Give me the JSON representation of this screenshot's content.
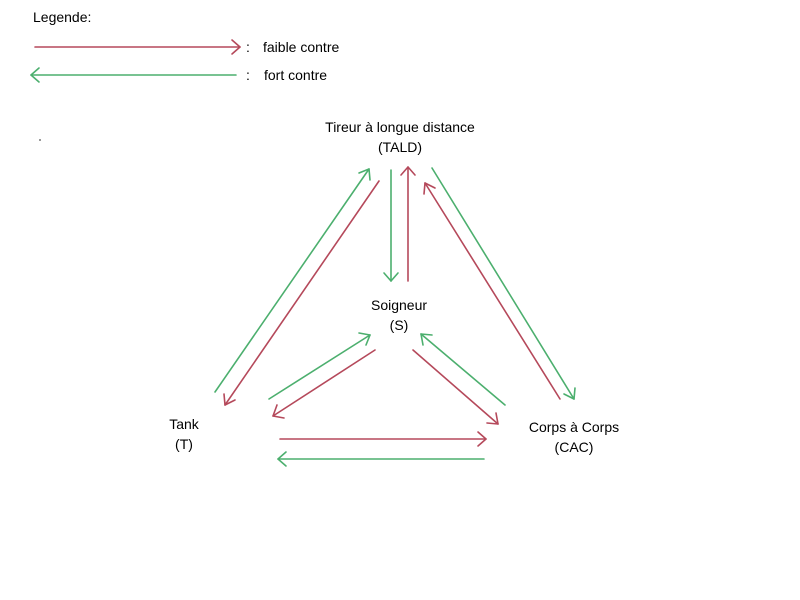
{
  "legend": {
    "title": "Legende:",
    "items": [
      {
        "separator": ":",
        "label": "faible contre",
        "color": "#b5495b"
      },
      {
        "separator": ":",
        "label": "fort contre",
        "color": "#4caf6e"
      }
    ]
  },
  "nodes": {
    "tald": {
      "line1": "Tireur à longue distance",
      "line2": "(TALD)"
    },
    "soigneur": {
      "line1": "Soigneur",
      "line2": "(S)"
    },
    "tank": {
      "line1": "Tank",
      "line2": "(T)"
    },
    "cac": {
      "line1": "Corps à Corps",
      "line2": "(CAC)"
    }
  },
  "relations": [
    {
      "from": "Tank",
      "to": "Tireur à longue distance",
      "type": "fort contre"
    },
    {
      "from": "Tireur à longue distance",
      "to": "Tank",
      "type": "faible contre"
    },
    {
      "from": "Tireur à longue distance",
      "to": "Soigneur",
      "type": "fort contre"
    },
    {
      "from": "Soigneur",
      "to": "Tireur à longue distance",
      "type": "faible contre"
    },
    {
      "from": "Tireur à longue distance",
      "to": "Corps à Corps",
      "type": "fort contre"
    },
    {
      "from": "Corps à Corps",
      "to": "Tireur à longue distance",
      "type": "faible contre"
    },
    {
      "from": "Tank",
      "to": "Soigneur",
      "type": "fort contre"
    },
    {
      "from": "Soigneur",
      "to": "Tank",
      "type": "faible contre"
    },
    {
      "from": "Soigneur",
      "to": "Corps à Corps",
      "type": "faible contre"
    },
    {
      "from": "Corps à Corps",
      "to": "Soigneur",
      "type": "fort contre"
    },
    {
      "from": "Tank",
      "to": "Corps à Corps",
      "type": "faible contre"
    },
    {
      "from": "Corps à Corps",
      "to": "Tank",
      "type": "fort contre"
    }
  ],
  "colors": {
    "faible": "#b5495b",
    "fort": "#4caf6e"
  }
}
